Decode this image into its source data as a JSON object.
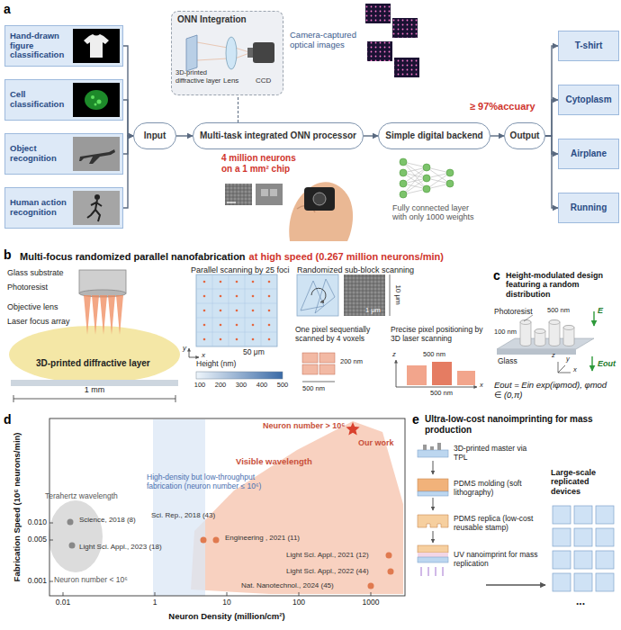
{
  "diagram": {
    "nodes": [
      {
        "text": [
          "Hand-drawn figure classification"
        ]
      },
      {
        "text": [
          "Cell classification"
        ]
      },
      {
        "text": [
          "Object recognition"
        ]
      },
      {
        "text": [
          "Human action recognition"
        ]
      },
      {
        "text": [
          "Input"
        ]
      },
      {
        "text": [
          "ONN Integration",
          "3D-printed diffractive layer",
          "Lens",
          "CCD"
        ]
      },
      {
        "text": [
          "Multi-task integrated ONN processor"
        ]
      },
      {
        "text": [
          "Simple digital backend"
        ]
      },
      {
        "text": [
          "Output"
        ]
      },
      {
        "text": [
          "T-shirt"
        ]
      },
      {
        "text": [
          "Cytoplasm"
        ]
      },
      {
        "text": [
          "Airplane"
        ]
      },
      {
        "text": [
          "Running"
        ]
      }
    ],
    "edges": [
      {
        "from": 0,
        "to": 4,
        "arrow": "to"
      },
      {
        "from": 1,
        "to": 4,
        "arrow": "to"
      },
      {
        "from": 2,
        "to": 4,
        "arrow": "to"
      },
      {
        "from": 3,
        "to": 4,
        "arrow": "to"
      },
      {
        "from": 4,
        "to": 6,
        "arrow": "to"
      },
      {
        "from": 6,
        "to": 7,
        "arrow": "to"
      },
      {
        "from": 7,
        "to": 8,
        "arrow": "to"
      },
      {
        "from": 8,
        "to": 9,
        "arrow": "to"
      },
      {
        "from": 8,
        "to": 10,
        "arrow": "to"
      },
      {
        "from": 8,
        "to": 11,
        "arrow": "to"
      },
      {
        "from": 8,
        "to": 12,
        "arrow": "to"
      },
      {
        "from": 6,
        "to": 5,
        "arrow": "none"
      }
    ],
    "labels": [
      "a",
      "Camera-captured optical images",
      "4 million neurons on a 1 mm² chip",
      "Fully connected layer with only 1000 weights",
      "≥ 97%accuary",
      "b",
      "Multi-focus randomized parallel nanofabrication",
      "at high speed (0.267 million neurons/min)",
      "Glass substrate",
      "Photoresist",
      "Objective lens",
      "Laser focus array",
      "3D-printed diffractive layer",
      "1 mm",
      "Parallel scanning by 25 foci",
      "y",
      "x",
      "50 μm",
      "Height (nm)",
      "100",
      "200",
      "300",
      "400",
      "500",
      "Randomized sub-block scanning",
      "10 μm",
      "1 μm",
      "One pixel sequentially scanned by 4 voxels",
      "200 nm",
      "500 nm",
      "Precise pixel positioning by 3D laser scanning",
      "z",
      "x",
      "500 nm",
      "500 nm",
      "c",
      "Height-modulated design featuring a random distribution",
      "Photoresist",
      "E",
      "500 nm",
      "100 nm",
      "Glass",
      "Eout",
      "x",
      "y",
      "z",
      "Eout = Ein exp(iφmod), φmod ∈ (0,π)",
      "d",
      "Fabrication Speed (10⁶ neurons/min)",
      "0.010",
      "0.005",
      "0.001",
      "0.01",
      "1",
      "10",
      "100",
      "1000",
      "Neuron Density (million/cm²)",
      "Terahertz wavelength",
      "Science, 2018 (8)",
      "Light Sci. Appl., 2023 (18)",
      "Neuron number < 10⁶",
      "High-density but low-throughput fabrication (neuron number ≤ 10⁶)",
      "Visible wavelength",
      "Neuron number > 10⁶",
      "Our work",
      "Sci. Rep., 2018 (43)",
      "Engineering , 2021 (11)",
      "Light Sci. Appl., 2021 (12)",
      "Light Sci. Appl., 2022 (44)",
      "Nat. Nanotechnol., 2024 (45)",
      "e",
      "Ultra-low-cost nanoimprinting for mass production",
      "3D-printed master via TPL",
      "PDMS molding (soft lithography)",
      "PDMS replica (low-cost reusable stamp)",
      "UV nanoimprint for mass replication",
      "Large-scale replicated devices",
      "..."
    ]
  }
}
